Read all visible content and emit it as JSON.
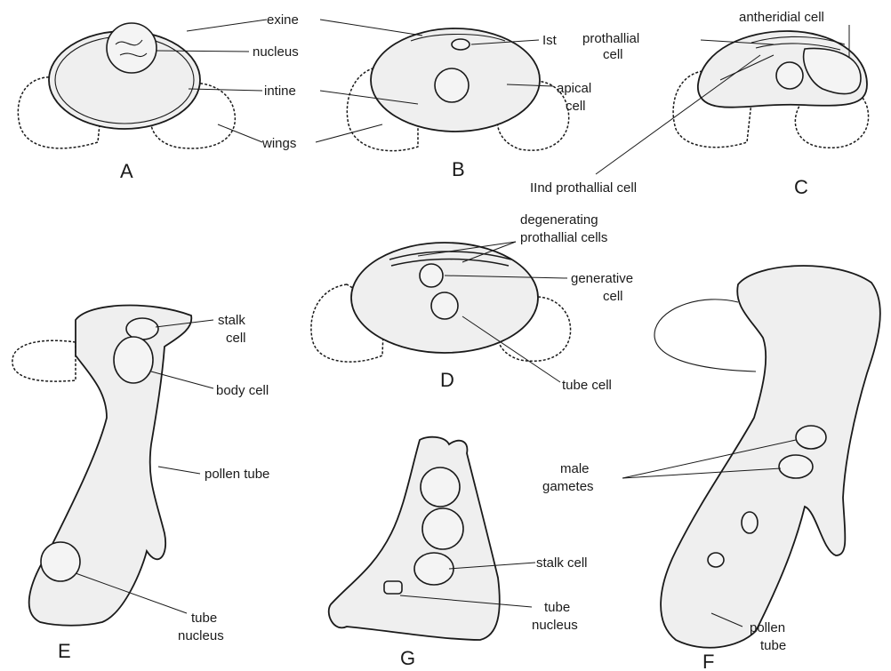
{
  "panels": {
    "A": {
      "letter": "A",
      "labels": {
        "exine": "exine",
        "nucleus": "nucleus",
        "intine": "intine",
        "wings": "wings"
      }
    },
    "B": {
      "letter": "B",
      "labels": {
        "first": "Ist",
        "prothallial": "prothallial",
        "cell1": "cell",
        "apical": "apical",
        "cell2": "cell"
      }
    },
    "C": {
      "letter": "C",
      "labels": {
        "antheridial": "antheridial cell",
        "second": "IInd prothallial cell"
      }
    },
    "D": {
      "letter": "D",
      "labels": {
        "degen1": "degenerating",
        "degen2": "prothallial cells",
        "gen1": "generative",
        "gen2": "cell",
        "tube": "tube cell"
      }
    },
    "E": {
      "letter": "E",
      "labels": {
        "stalk1": "stalk",
        "stalk2": "cell",
        "body": "body cell",
        "tube": "pollen tube",
        "nuc1": "tube",
        "nuc2": "nucleus"
      }
    },
    "F": {
      "letter": "F",
      "labels": {
        "male1": "male",
        "male2": "gametes",
        "pollen1": "pollen",
        "pollen2": "tube"
      }
    },
    "G": {
      "letter": "G",
      "labels": {
        "stalk": "stalk cell",
        "nuc1": "tube",
        "nuc2": "nucleus"
      }
    }
  }
}
